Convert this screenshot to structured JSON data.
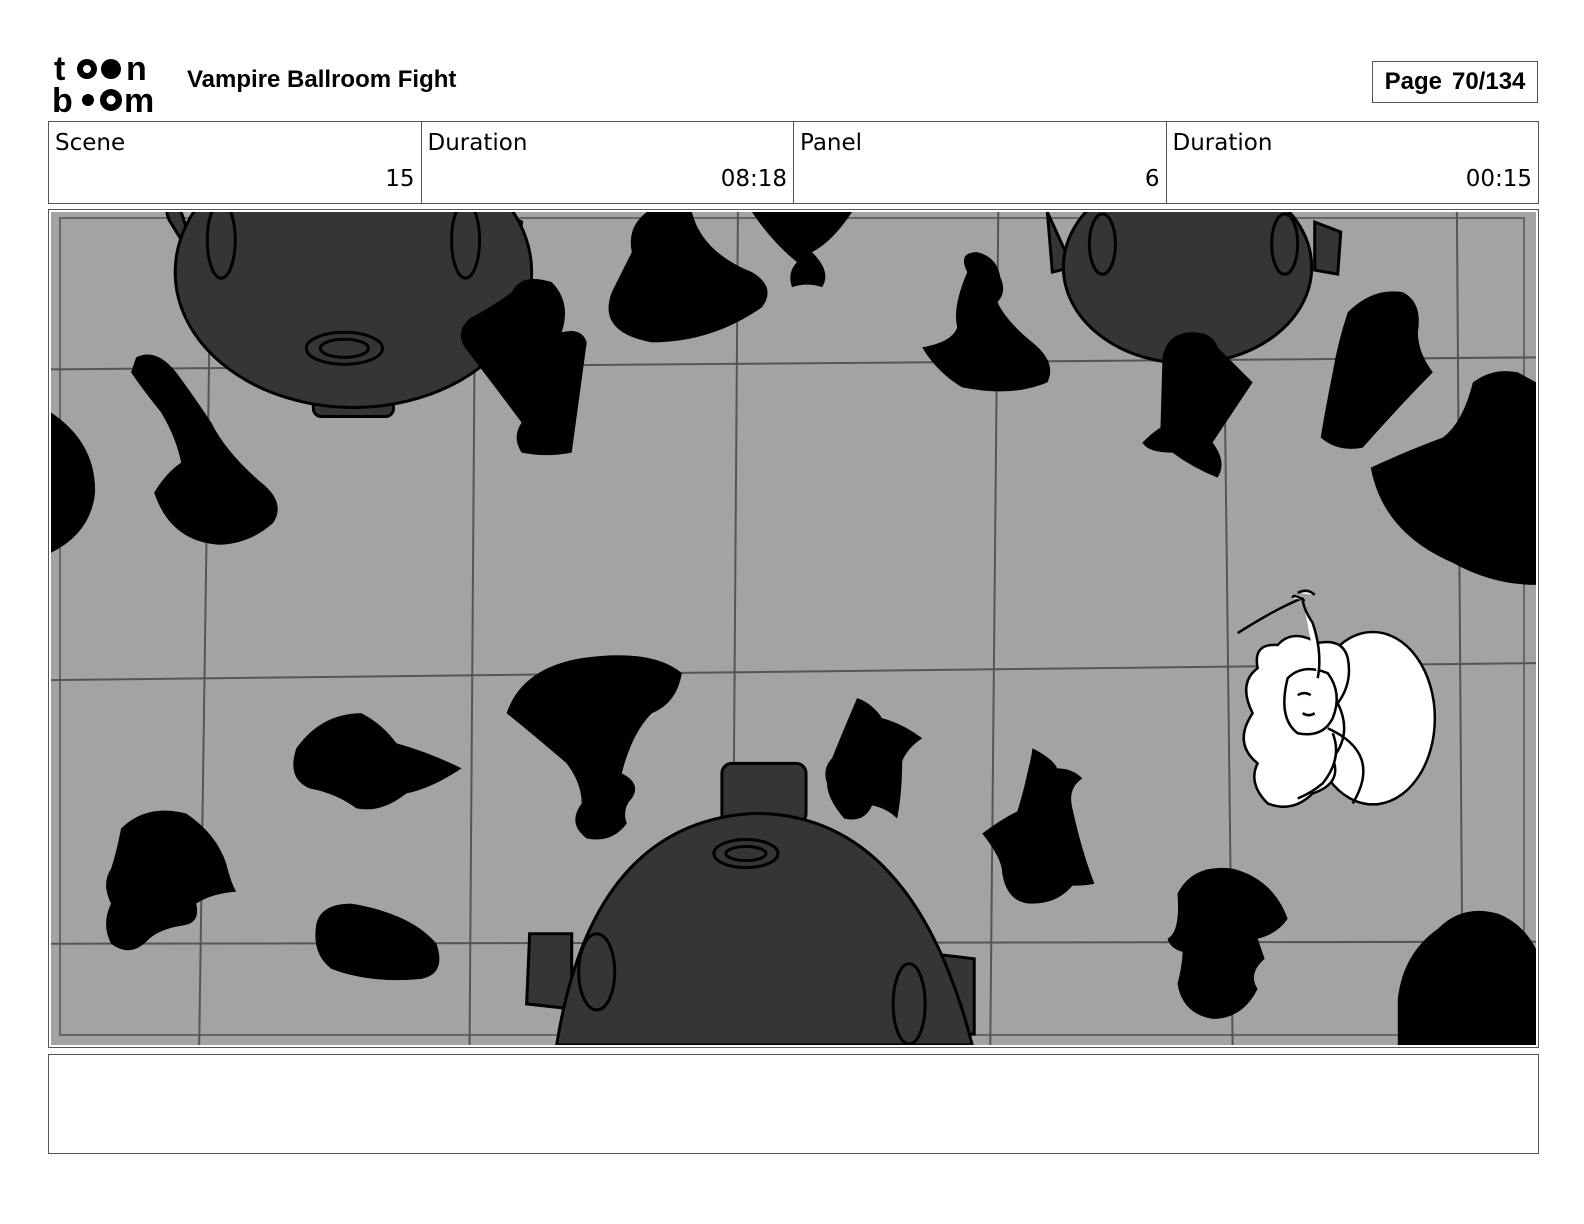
{
  "header": {
    "logo_text": "toon boom",
    "title": "Vampire Ballroom Fight",
    "page_label": "Page",
    "page_value": "70/134"
  },
  "info": {
    "scene_label": "Scene",
    "scene_value": "15",
    "scene_duration_label": "Duration",
    "scene_duration_value": "08:18",
    "panel_label": "Panel",
    "panel_value": "6",
    "panel_duration_label": "Duration",
    "panel_duration_value": "00:15"
  },
  "notes": {
    "text": ""
  },
  "colors": {
    "floor": "#a3a3a3",
    "silhouette": "#000000",
    "table": "#353535",
    "border": "#555555"
  }
}
